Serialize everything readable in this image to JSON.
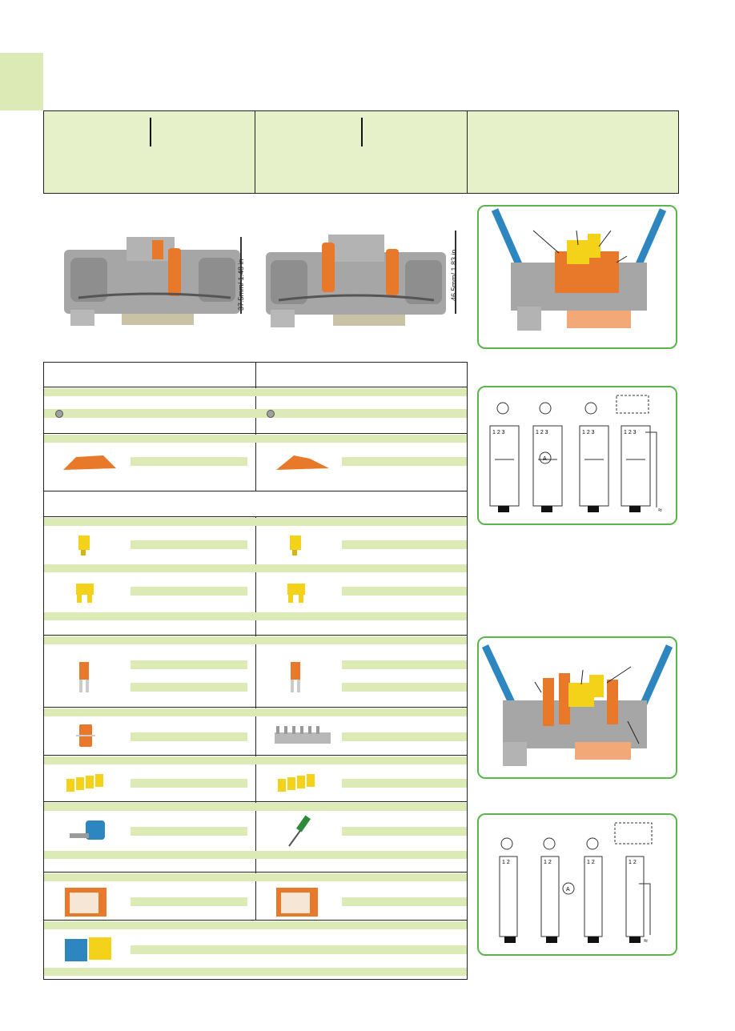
{
  "dimensions": {
    "left_height": "37.5mm/ 1.48 in",
    "right_height": "46.5mm/ 1.83 in"
  },
  "icons": {
    "grey_dot": "circle-icon",
    "marker": "marker-strip-icon",
    "screwdriver": "screwdriver-icon"
  },
  "colors": {
    "accent_green": "#5ab64a",
    "band_green": "#dcebb6",
    "terminal_grey": "#9a9a9a",
    "orange": "#e8782a",
    "yellow": "#f5d21a",
    "blue": "#2e86c1"
  },
  "schematic_labels": {
    "top_cols": "1 2 3",
    "ammeter": "A",
    "ac_symbol": "≈",
    "bottom_cols": "1 2"
  }
}
